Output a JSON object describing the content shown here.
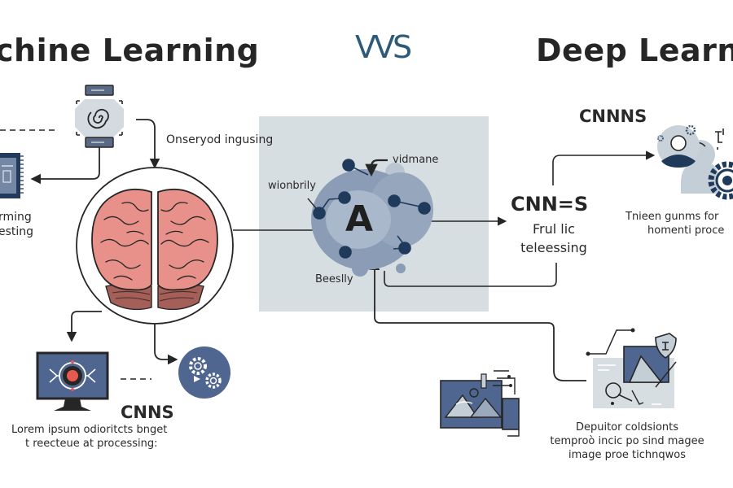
{
  "header": {
    "left_title": "chine Learning",
    "vs": "VVS",
    "right_title": "Deep Learni"
  },
  "left": {
    "input_label": "Onseryod ingusing",
    "chip_caption_line1": "rming",
    "chip_caption_line2": "esting",
    "bottom_heading": "CNNS",
    "bottom_caption_line1": "Lorem ipsum odioritcts bnget",
    "bottom_caption_line2": "t reecteue at processing:"
  },
  "center": {
    "core_letter": "A",
    "label_top": "vidmane",
    "label_left": "wionbrily",
    "label_bottom": "Beeslly"
  },
  "right": {
    "top_heading": "CNNNS",
    "network_heading": "CNN=S",
    "network_sub_line1": "Frul lic",
    "network_sub_line2": "teleessing",
    "people_caption_line1": "Tnieen gunms for",
    "people_caption_line2": "homenti proce",
    "image_caption_line1": "Depuitor coldsionts",
    "image_caption_line2": "temproò incic po sind magee",
    "image_caption_line3": "image proe tichnqwos"
  },
  "colors": {
    "ink": "#262626",
    "accent_blue": "#2d5a7b",
    "slate": "#4f6690",
    "panel_bg": "#d6dee2",
    "brain_pink": "#e8908a",
    "brain_dark": "#a35f58",
    "node_navy": "#1f3a5a",
    "alert_red": "#e85a50"
  }
}
